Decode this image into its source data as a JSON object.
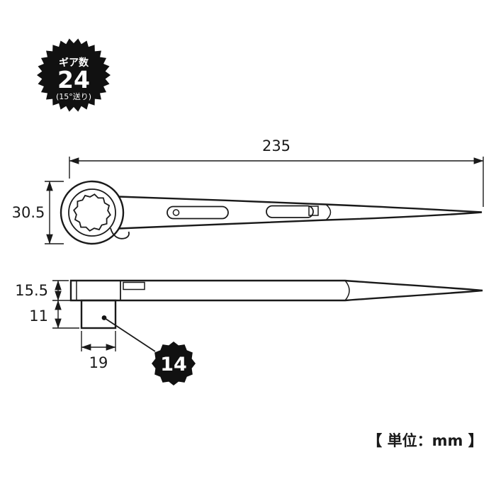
{
  "colors": {
    "ink": "#1a1a1a",
    "background": "#ffffff"
  },
  "gear_badge": {
    "label": "ギア数",
    "value": "24",
    "note": "(15°送り)"
  },
  "dimensions": {
    "overall_length": "235",
    "head_height": "30.5",
    "head_thickness": "15.5",
    "socket_depth": "11",
    "socket_width": "19"
  },
  "socket_badge": {
    "value": "14"
  },
  "unit_label": "【 単位：mm 】"
}
